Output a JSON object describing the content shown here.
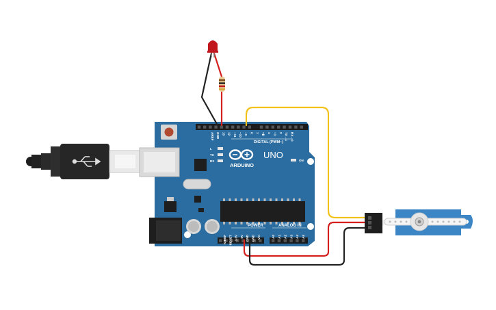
{
  "board": {
    "brand": "ARDUINO",
    "model": "UNO",
    "digital_label": "DIGITAL (PWM~)",
    "power_label": "POWER",
    "analog_label": "ANALOG IN",
    "on_label": "ON",
    "led_labels": [
      "L",
      "TX",
      "RX"
    ],
    "digital_pins": [
      "AREF",
      "GND",
      "13",
      "12",
      "~11",
      "~10",
      "~9",
      "8",
      "7",
      "~6",
      "~5",
      "4",
      "~3",
      "2",
      "TX→1",
      "RX←0"
    ],
    "power_pins": [
      "IOREF",
      "RESET",
      "3.3V",
      "5V",
      "GND",
      "GND",
      "Vin"
    ],
    "analog_pins": [
      "A0",
      "A1",
      "A2",
      "A3",
      "A4",
      "A5"
    ],
    "board_color": "#2b6da1"
  },
  "components": {
    "usb_cable": "usb-b-cable",
    "led": {
      "color": "#c0181c"
    },
    "resistor": {
      "bands": [
        "#7a4a1a",
        "#222222",
        "#c0181c",
        "#d4a83c"
      ]
    },
    "servo": {
      "color": "#3d86c6"
    }
  },
  "wires": [
    {
      "name": "led-cathode-to-gnd",
      "color": "#222222"
    },
    {
      "name": "led-anode-via-resistor-to-pin-13",
      "color": "#d62020"
    },
    {
      "name": "servo-signal-to-pin-9",
      "color": "#f2c21a"
    },
    {
      "name": "servo-power-to-5v",
      "color": "#d62020"
    },
    {
      "name": "servo-ground-to-gnd",
      "color": "#222222"
    }
  ]
}
